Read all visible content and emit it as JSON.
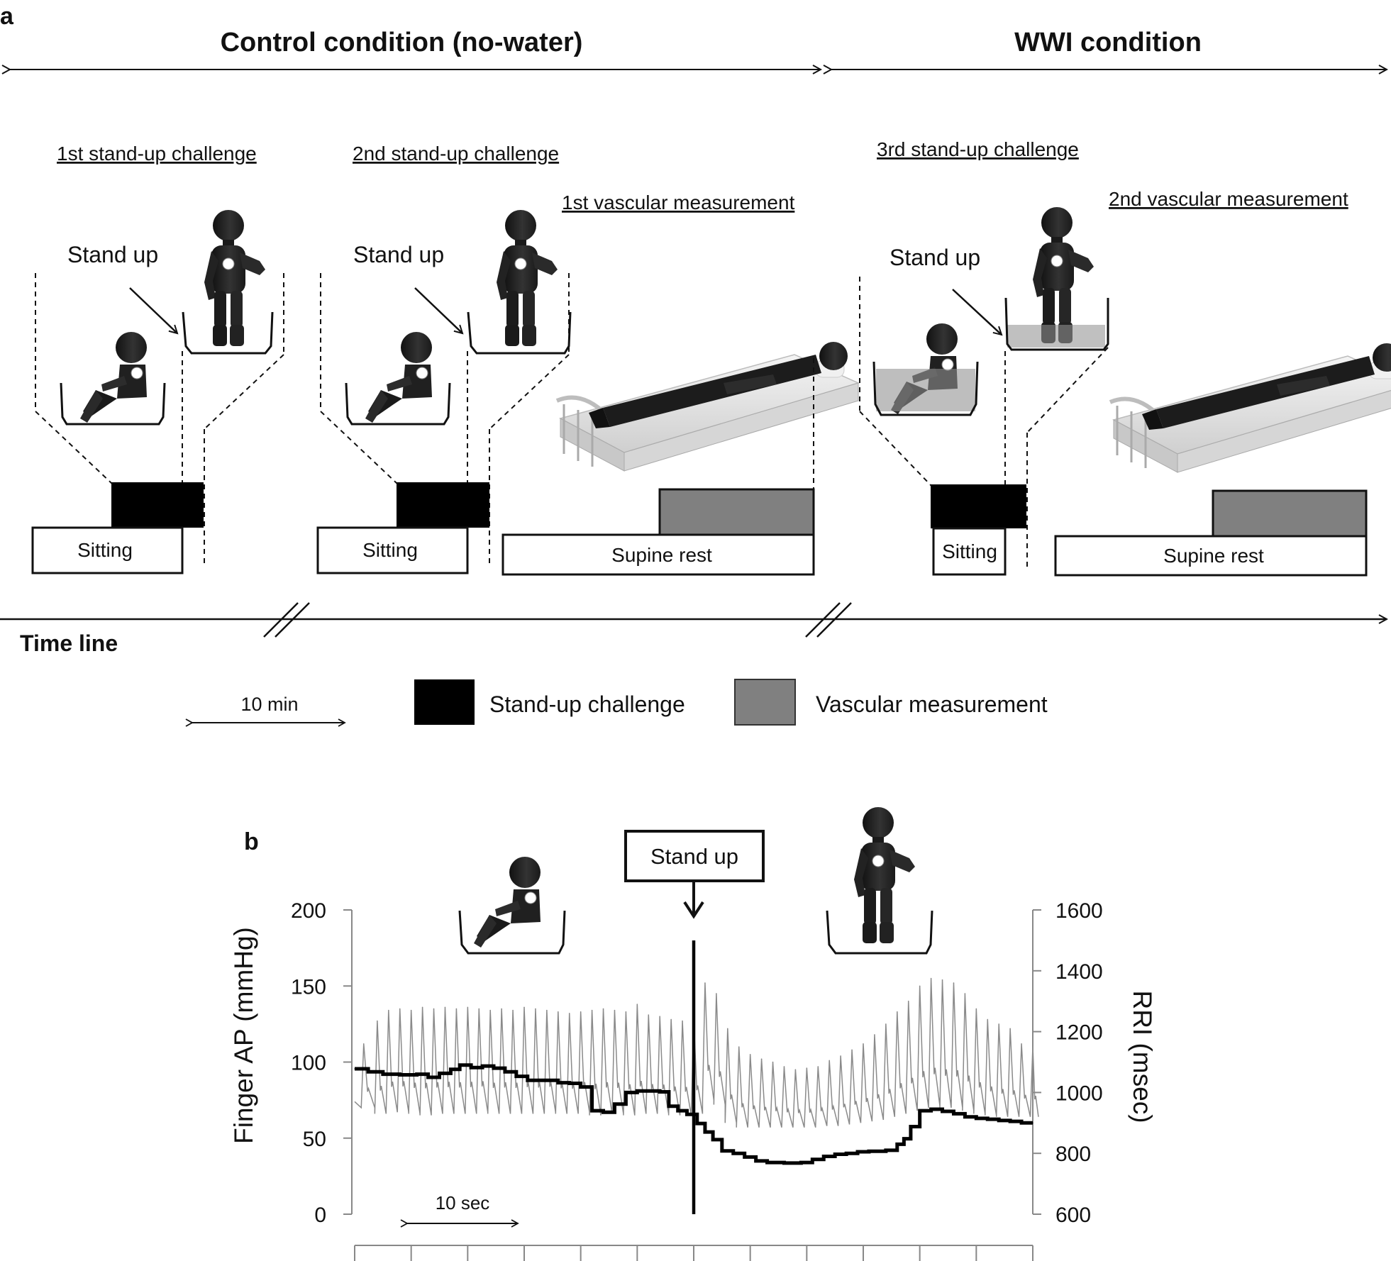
{
  "panel_a": {
    "label": "a",
    "control_condition": "Control condition (no-water)",
    "wwi_condition": "WWI condition",
    "challenge1": "1st stand-up challenge",
    "challenge2": "2nd stand-up challenge",
    "challenge3": "3rd stand-up challenge",
    "vascular1": "1st vascular measurement",
    "vascular2": "2nd vascular measurement",
    "stand_up": "Stand up",
    "sitting": "Sitting",
    "supine_rest": "Supine rest",
    "timeline": "Time line",
    "scale_10min": "10 min",
    "legend_standup": "Stand-up challenge",
    "legend_vascular": "Vascular measurement",
    "colors": {
      "standup": "#000000",
      "vascular": "#808080",
      "water": "#b4b4b4"
    }
  },
  "panel_b": {
    "label": "b",
    "stand_up": "Stand up",
    "scale_10sec": "10 sec"
  },
  "chart_data": {
    "type": "line",
    "title": "",
    "xlabel": "",
    "ylabel": "Finger AP (mmHg)",
    "ylabel_right": "RRI (msec)",
    "ylim": [
      0,
      200
    ],
    "ylim_right": [
      600,
      1600
    ],
    "yticks": [
      "200",
      "150",
      "100",
      "50",
      "0"
    ],
    "yticks_right": [
      "1600",
      "1400",
      "1200",
      "1000",
      "800",
      "600"
    ],
    "x_unit": "sec",
    "xlim": [
      0,
      60
    ],
    "stand_up_time": 30,
    "series": [
      {
        "axis": "left",
        "style": "thin-gray",
        "beats": [
          {
            "t": 0.8,
            "sys": 112,
            "dia": 70
          },
          {
            "t": 2.0,
            "sys": 127,
            "dia": 66
          },
          {
            "t": 3.0,
            "sys": 134,
            "dia": 67
          },
          {
            "t": 4.0,
            "sys": 135,
            "dia": 67
          },
          {
            "t": 5.0,
            "sys": 134,
            "dia": 66
          },
          {
            "t": 6.0,
            "sys": 136,
            "dia": 65
          },
          {
            "t": 7.0,
            "sys": 135,
            "dia": 66
          },
          {
            "t": 8.0,
            "sys": 136,
            "dia": 66
          },
          {
            "t": 9.0,
            "sys": 135,
            "dia": 66
          },
          {
            "t": 10.0,
            "sys": 136,
            "dia": 66
          },
          {
            "t": 11.0,
            "sys": 135,
            "dia": 67
          },
          {
            "t": 12.0,
            "sys": 134,
            "dia": 66
          },
          {
            "t": 13.0,
            "sys": 135,
            "dia": 66
          },
          {
            "t": 14.0,
            "sys": 134,
            "dia": 66
          },
          {
            "t": 15.0,
            "sys": 136,
            "dia": 66
          },
          {
            "t": 16.0,
            "sys": 135,
            "dia": 66
          },
          {
            "t": 17.0,
            "sys": 134,
            "dia": 67
          },
          {
            "t": 18.0,
            "sys": 133,
            "dia": 66
          },
          {
            "t": 19.0,
            "sys": 132,
            "dia": 66
          },
          {
            "t": 20.0,
            "sys": 133,
            "dia": 67
          },
          {
            "t": 21.0,
            "sys": 134,
            "dia": 65
          },
          {
            "t": 22.0,
            "sys": 135,
            "dia": 66
          },
          {
            "t": 23.0,
            "sys": 134,
            "dia": 66
          },
          {
            "t": 24.0,
            "sys": 133,
            "dia": 65
          },
          {
            "t": 25.0,
            "sys": 138,
            "dia": 66
          },
          {
            "t": 26.0,
            "sys": 131,
            "dia": 66
          },
          {
            "t": 27.0,
            "sys": 130,
            "dia": 66
          },
          {
            "t": 28.0,
            "sys": 128,
            "dia": 65
          },
          {
            "t": 29.0,
            "sys": 127,
            "dia": 65
          },
          {
            "t": 30.0,
            "sys": 128,
            "dia": 66
          },
          {
            "t": 31.0,
            "sys": 152,
            "dia": 75
          },
          {
            "t": 32.0,
            "sys": 145,
            "dia": 72
          },
          {
            "t": 33.0,
            "sys": 122,
            "dia": 60
          },
          {
            "t": 34.0,
            "sys": 110,
            "dia": 57
          },
          {
            "t": 35.0,
            "sys": 105,
            "dia": 57
          },
          {
            "t": 36.0,
            "sys": 102,
            "dia": 57
          },
          {
            "t": 37.0,
            "sys": 100,
            "dia": 57
          },
          {
            "t": 38.0,
            "sys": 97,
            "dia": 57
          },
          {
            "t": 39.0,
            "sys": 95,
            "dia": 57
          },
          {
            "t": 40.0,
            "sys": 96,
            "dia": 57
          },
          {
            "t": 41.0,
            "sys": 97,
            "dia": 58
          },
          {
            "t": 42.0,
            "sys": 101,
            "dia": 58
          },
          {
            "t": 43.0,
            "sys": 104,
            "dia": 59
          },
          {
            "t": 44.0,
            "sys": 108,
            "dia": 60
          },
          {
            "t": 45.0,
            "sys": 112,
            "dia": 61
          },
          {
            "t": 46.0,
            "sys": 118,
            "dia": 62
          },
          {
            "t": 47.0,
            "sys": 125,
            "dia": 64
          },
          {
            "t": 48.0,
            "sys": 133,
            "dia": 66
          },
          {
            "t": 49.0,
            "sys": 140,
            "dia": 68
          },
          {
            "t": 50.0,
            "sys": 150,
            "dia": 70
          },
          {
            "t": 51.0,
            "sys": 155,
            "dia": 71
          },
          {
            "t": 52.0,
            "sys": 154,
            "dia": 70
          },
          {
            "t": 53.0,
            "sys": 152,
            "dia": 70
          },
          {
            "t": 54.0,
            "sys": 145,
            "dia": 68
          },
          {
            "t": 55.0,
            "sys": 135,
            "dia": 66
          },
          {
            "t": 56.0,
            "sys": 128,
            "dia": 65
          },
          {
            "t": 57.0,
            "sys": 125,
            "dia": 64
          },
          {
            "t": 58.0,
            "sys": 122,
            "dia": 64
          },
          {
            "t": 59.0,
            "sys": 112,
            "dia": 64
          },
          {
            "t": 60.0,
            "sys": 110,
            "dia": 64
          }
        ]
      },
      {
        "axis": "right",
        "style": "thick-black-step",
        "points": [
          {
            "t": 0,
            "v": 1078
          },
          {
            "t": 1.2,
            "v": 1068
          },
          {
            "t": 2.5,
            "v": 1060
          },
          {
            "t": 4.0,
            "v": 1058
          },
          {
            "t": 5.5,
            "v": 1060
          },
          {
            "t": 6.5,
            "v": 1050
          },
          {
            "t": 7.5,
            "v": 1063
          },
          {
            "t": 8.5,
            "v": 1076
          },
          {
            "t": 9.3,
            "v": 1090
          },
          {
            "t": 10.3,
            "v": 1082
          },
          {
            "t": 11.3,
            "v": 1087
          },
          {
            "t": 12.3,
            "v": 1080
          },
          {
            "t": 13.3,
            "v": 1068
          },
          {
            "t": 14.3,
            "v": 1053
          },
          {
            "t": 15.3,
            "v": 1040
          },
          {
            "t": 17.0,
            "v": 1040
          },
          {
            "t": 18.0,
            "v": 1032
          },
          {
            "t": 19.0,
            "v": 1030
          },
          {
            "t": 20.0,
            "v": 1018
          },
          {
            "t": 21.0,
            "v": 940
          },
          {
            "t": 22.0,
            "v": 935
          },
          {
            "t": 23.0,
            "v": 962
          },
          {
            "t": 24.0,
            "v": 1000
          },
          {
            "t": 25.0,
            "v": 1005
          },
          {
            "t": 27.0,
            "v": 1002
          },
          {
            "t": 27.8,
            "v": 955
          },
          {
            "t": 28.6,
            "v": 940
          },
          {
            "t": 29.4,
            "v": 928
          },
          {
            "t": 30.3,
            "v": 898
          },
          {
            "t": 31.0,
            "v": 870
          },
          {
            "t": 31.7,
            "v": 845
          },
          {
            "t": 32.5,
            "v": 808
          },
          {
            "t": 33.5,
            "v": 800
          },
          {
            "t": 34.5,
            "v": 788
          },
          {
            "t": 35.5,
            "v": 775
          },
          {
            "t": 36.5,
            "v": 770
          },
          {
            "t": 38.0,
            "v": 768
          },
          {
            "t": 39.5,
            "v": 770
          },
          {
            "t": 40.5,
            "v": 780
          },
          {
            "t": 41.5,
            "v": 790
          },
          {
            "t": 42.5,
            "v": 797
          },
          {
            "t": 43.5,
            "v": 800
          },
          {
            "t": 44.5,
            "v": 805
          },
          {
            "t": 45.5,
            "v": 807
          },
          {
            "t": 47.0,
            "v": 810
          },
          {
            "t": 48.0,
            "v": 830
          },
          {
            "t": 48.6,
            "v": 848
          },
          {
            "t": 49.2,
            "v": 888
          },
          {
            "t": 50.0,
            "v": 940
          },
          {
            "t": 51.0,
            "v": 945
          },
          {
            "t": 52.0,
            "v": 938
          },
          {
            "t": 53.0,
            "v": 930
          },
          {
            "t": 54.0,
            "v": 920
          },
          {
            "t": 55.0,
            "v": 915
          },
          {
            "t": 56.0,
            "v": 912
          },
          {
            "t": 57.0,
            "v": 908
          },
          {
            "t": 58.0,
            "v": 905
          },
          {
            "t": 59.0,
            "v": 900
          },
          {
            "t": 60.0,
            "v": 900
          }
        ]
      }
    ]
  }
}
